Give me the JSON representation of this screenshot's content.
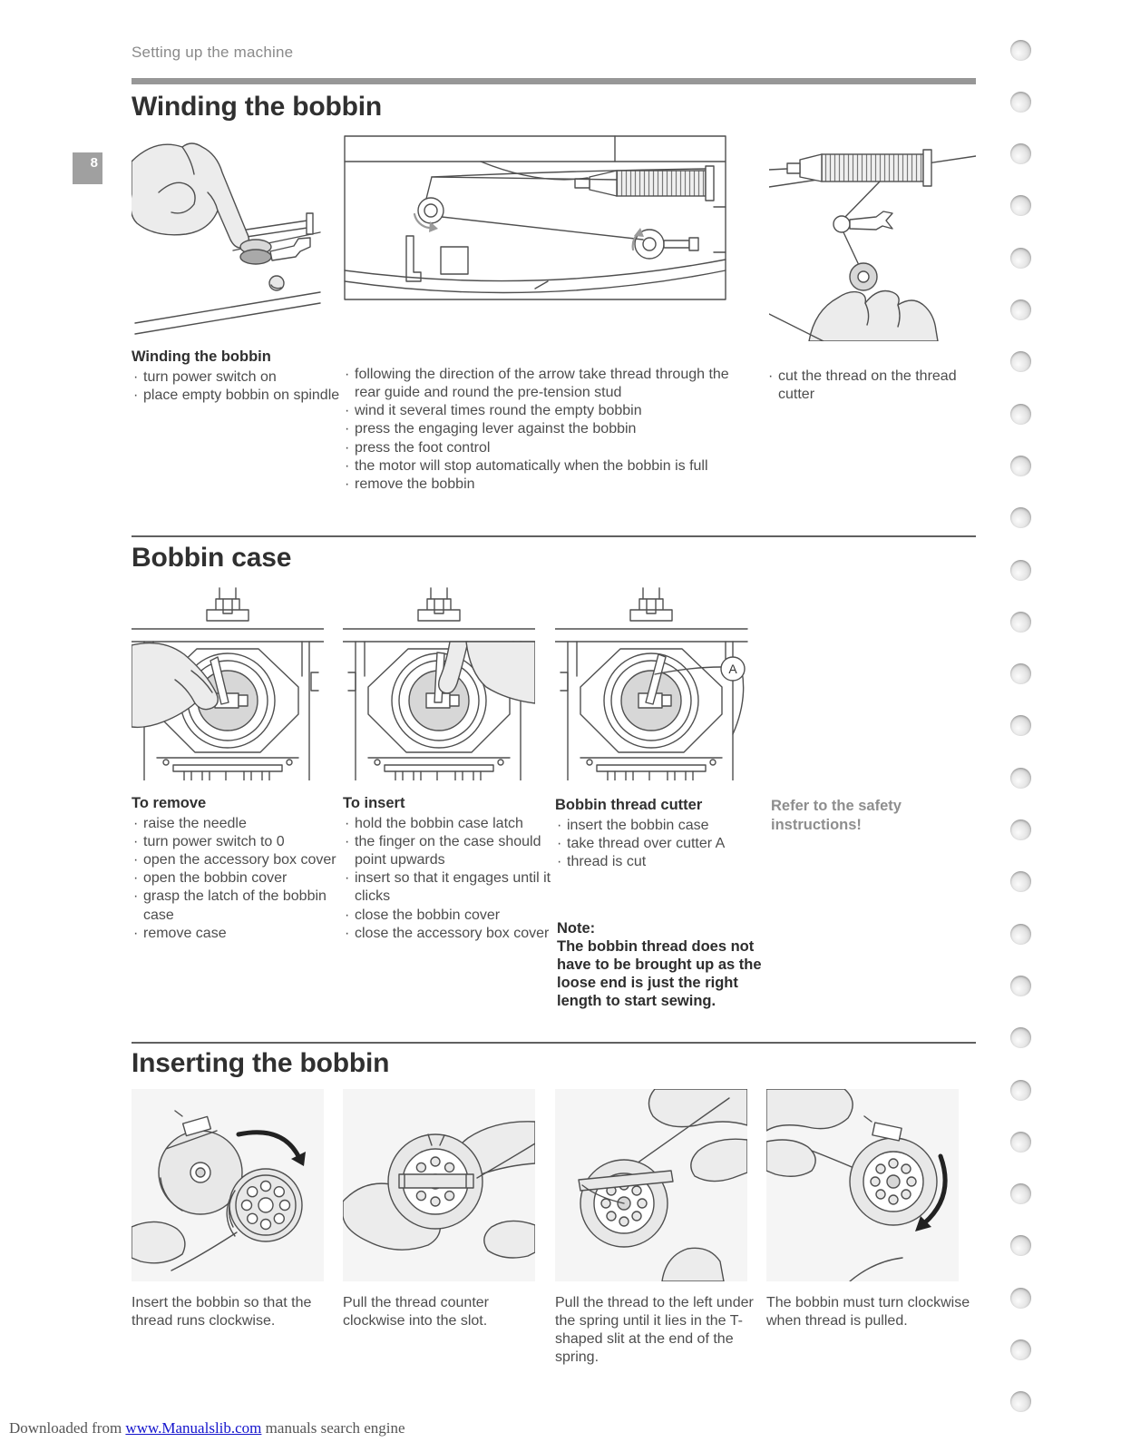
{
  "page": {
    "kicker": "Setting up the machine",
    "page_number": "8",
    "footer": {
      "prefix": "Downloaded from ",
      "link": "www.Manualslib.com",
      "suffix": " manuals search engine"
    }
  },
  "winding": {
    "title": "Winding the bobbin",
    "steps_heading": "Winding the bobbin",
    "steps1": [
      "turn power switch on",
      "place empty bobbin on spindle"
    ],
    "steps2": [
      "following the direction of the arrow take thread through the rear guide and round the pre-tension stud",
      "wind it several times round the empty bobbin",
      "press the engaging lever against the bobbin",
      "press the foot control",
      "the motor will stop automatically when the bobbin is full",
      "remove the bobbin"
    ],
    "steps3": [
      "cut the thread on the thread cutter"
    ]
  },
  "bobbin_case": {
    "title": "Bobbin case",
    "remove_heading": "To remove",
    "remove_steps": [
      "raise the needle",
      "turn power switch to 0",
      "open the accessory box cover",
      "open the bobbin cover",
      "grasp the latch of the bobbin case",
      "remove case"
    ],
    "insert_heading": "To insert",
    "insert_steps": [
      "hold the bobbin case latch",
      "the finger on the case should point upwards",
      "insert so that it engages until it clicks",
      "close the bobbin cover",
      "close the accessory box cover"
    ],
    "cutter_heading": "Bobbin thread cutter",
    "cutter_steps": [
      "insert the bobbin case",
      "take thread over cutter A",
      "thread is cut"
    ],
    "label_a": "A",
    "note_heading": "Note:",
    "note_body": "The bobbin thread does not have to be brought up as the loose end is just the right length to start sewing.",
    "safety_note": "Refer to the safety instructions!"
  },
  "inserting": {
    "title": "Inserting the bobbin",
    "captions": [
      "Insert the bobbin so that the thread runs clockwise.",
      "Pull the thread counter clockwise into the slot.",
      "Pull the thread to the left under the spring until it lies in the T-shaped slit at the end of the spring.",
      "The bobbin must turn clockwise when thread is pulled."
    ]
  }
}
